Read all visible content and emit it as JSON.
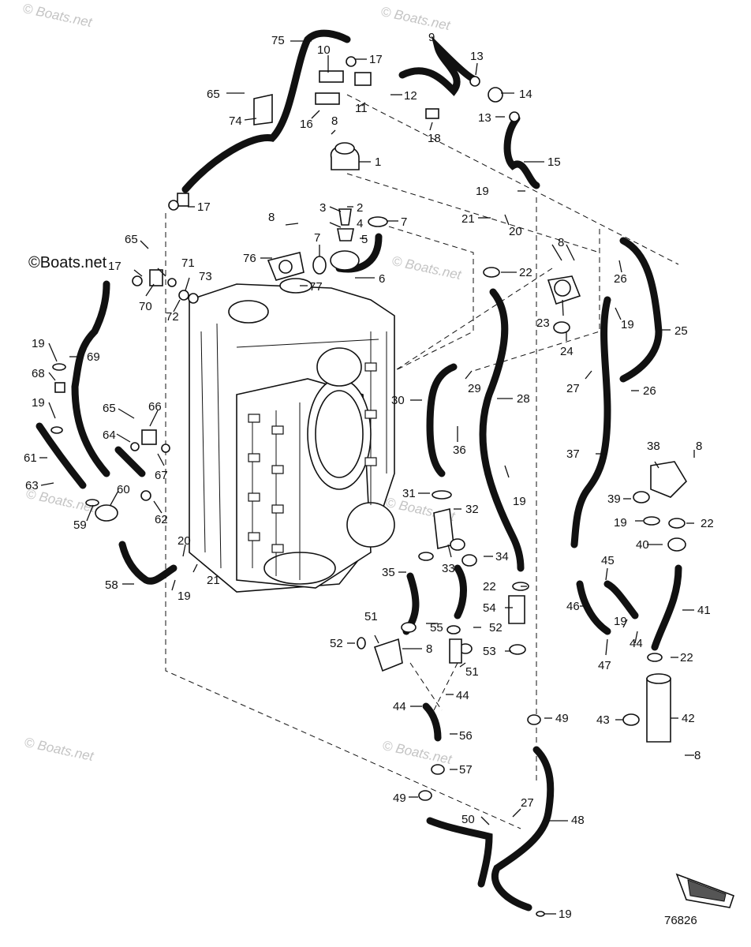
{
  "watermark_text": "Boats.net",
  "watermark_brand": "©Boats.net",
  "figure_ref": "76826",
  "callouts": [
    "1",
    "2",
    "3",
    "4",
    "5",
    "6",
    "7",
    "8",
    "9",
    "10",
    "11",
    "12",
    "13",
    "14",
    "15",
    "16",
    "17",
    "18",
    "19",
    "20",
    "21",
    "22",
    "23",
    "24",
    "25",
    "26",
    "27",
    "28",
    "29",
    "30",
    "31",
    "32",
    "33",
    "34",
    "35",
    "36",
    "37",
    "38",
    "39",
    "40",
    "41",
    "42",
    "43",
    "44",
    "45",
    "46",
    "47",
    "48",
    "49",
    "50",
    "51",
    "52",
    "53",
    "54",
    "55",
    "56",
    "57",
    "58",
    "59",
    "60",
    "61",
    "62",
    "63",
    "64",
    "65",
    "66",
    "67",
    "68",
    "69",
    "70",
    "71",
    "72",
    "73",
    "74",
    "75",
    "76",
    "77"
  ],
  "colors": {
    "line": "#111111",
    "watermark": "#c4c4c4",
    "background": "#ffffff"
  }
}
